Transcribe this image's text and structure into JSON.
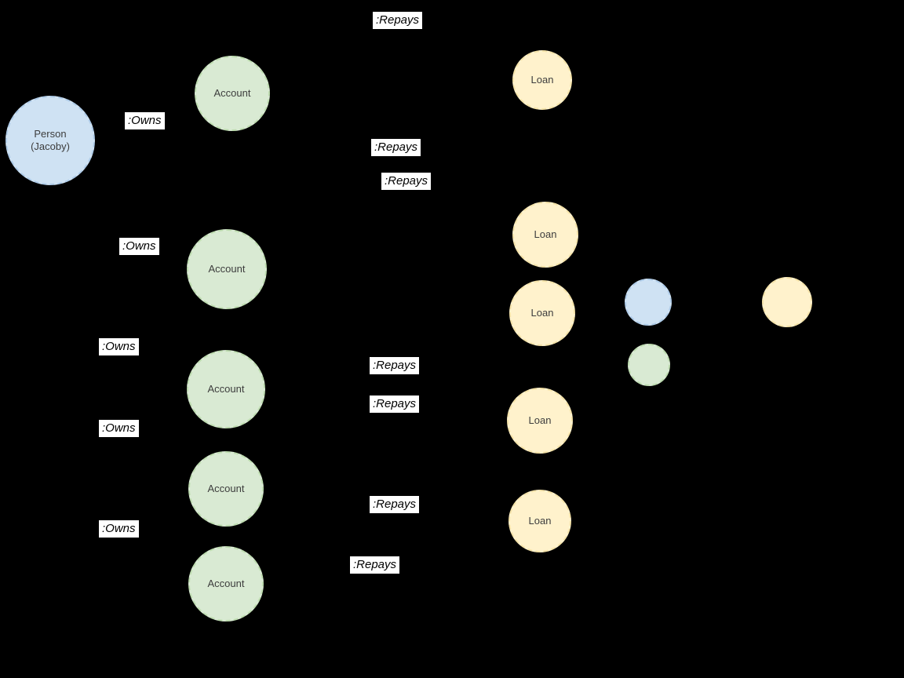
{
  "diagram": {
    "background_color": "#000000",
    "node_types": {
      "person": {
        "fill": "#cfe2f3",
        "border": "#aecbe8"
      },
      "account": {
        "fill": "#d9ead3",
        "border": "#bedcb0"
      },
      "loan": {
        "fill": "#fff2cc",
        "border": "#f5e3a9"
      }
    },
    "nodes": [
      {
        "id": "person-jacoby",
        "type": "person",
        "label": "Person (Jacoby)"
      },
      {
        "id": "account-1",
        "type": "account",
        "label": "Account"
      },
      {
        "id": "account-2",
        "type": "account",
        "label": "Account"
      },
      {
        "id": "account-3",
        "type": "account",
        "label": "Account"
      },
      {
        "id": "account-4",
        "type": "account",
        "label": "Account"
      },
      {
        "id": "account-5",
        "type": "account",
        "label": "Account"
      },
      {
        "id": "loan-1",
        "type": "loan",
        "label": "Loan"
      },
      {
        "id": "loan-2",
        "type": "loan",
        "label": "Loan"
      },
      {
        "id": "loan-3",
        "type": "loan",
        "label": "Loan"
      },
      {
        "id": "loan-4",
        "type": "loan",
        "label": "Loan"
      },
      {
        "id": "loan-5",
        "type": "loan",
        "label": "Loan"
      },
      {
        "id": "small-person",
        "type": "person",
        "label": ""
      },
      {
        "id": "small-account",
        "type": "account",
        "label": ""
      },
      {
        "id": "small-loan",
        "type": "loan",
        "label": ""
      }
    ],
    "edge_labels": [
      {
        "text": ":Repays"
      },
      {
        "text": ":Owns"
      },
      {
        "text": ":Repays"
      },
      {
        "text": ":Repays"
      },
      {
        "text": ":Owns"
      },
      {
        "text": ":Owns"
      },
      {
        "text": ":Repays"
      },
      {
        "text": ":Repays"
      },
      {
        "text": ":Owns"
      },
      {
        "text": ":Repays"
      },
      {
        "text": ":Owns"
      },
      {
        "text": ":Repays"
      }
    ]
  }
}
